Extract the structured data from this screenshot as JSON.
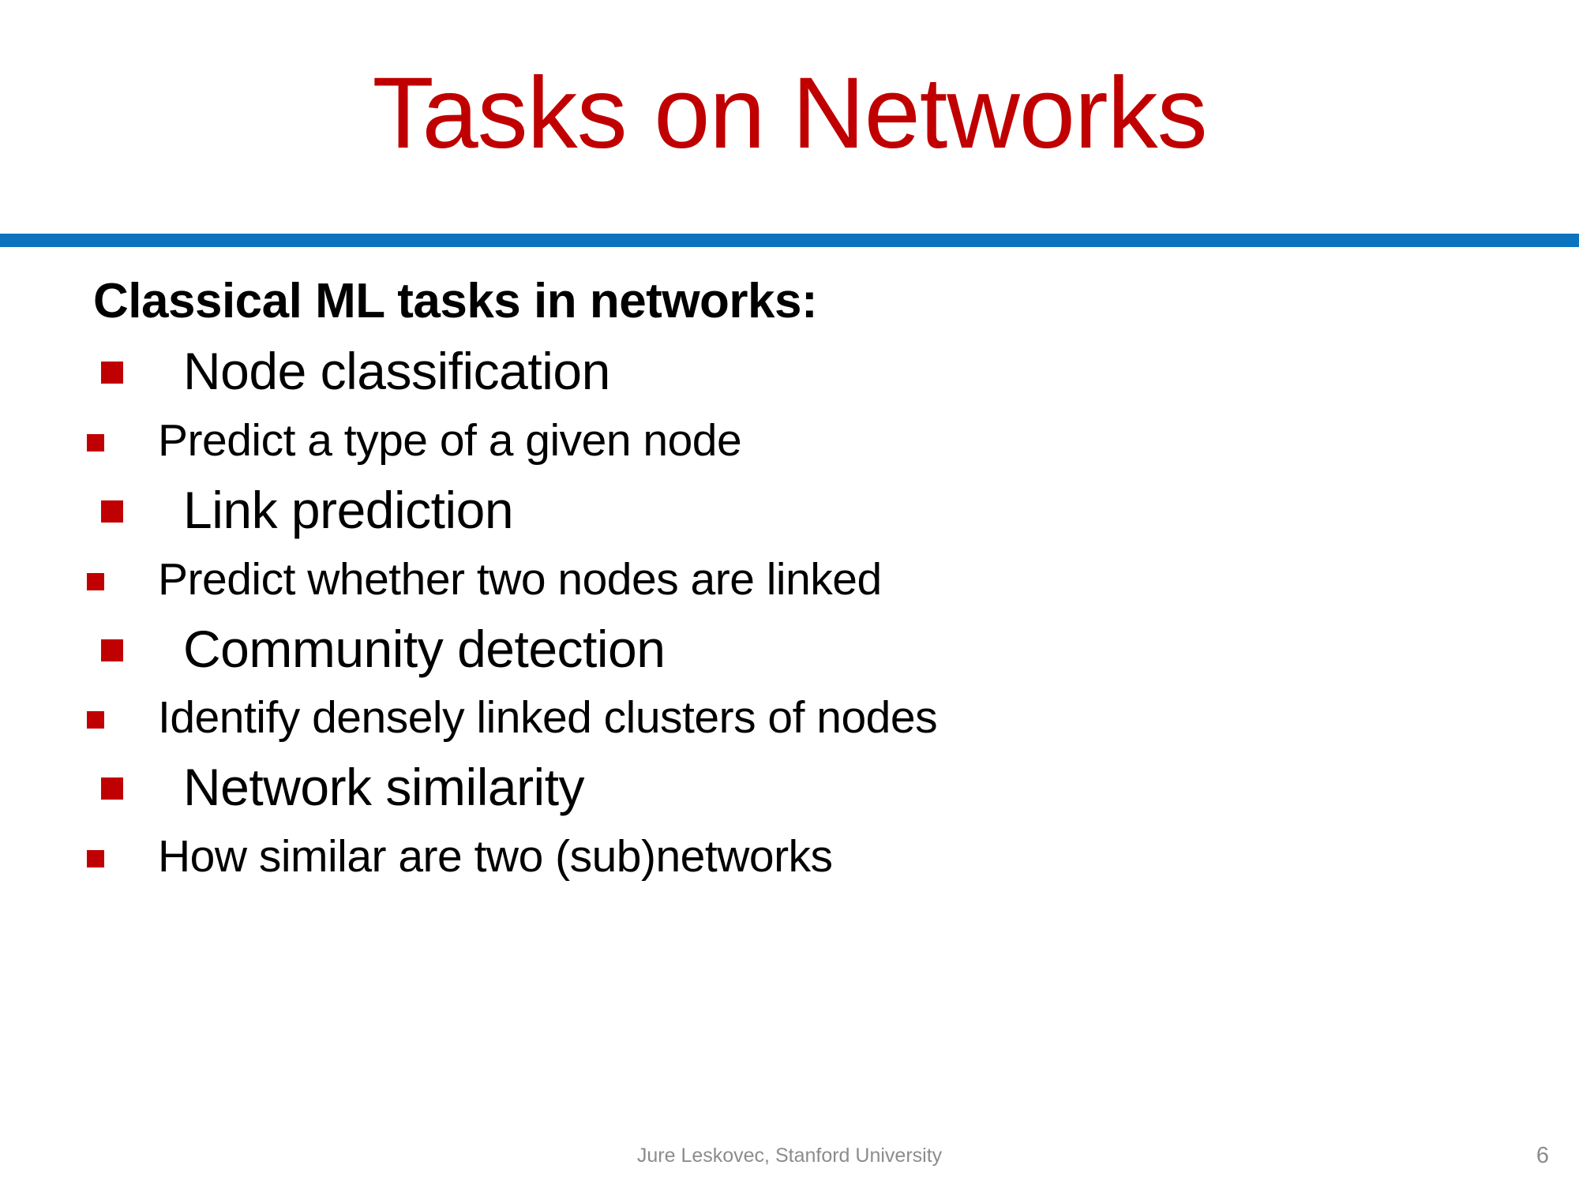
{
  "slide": {
    "title": "Tasks on Networks",
    "title_color": "#C00000",
    "divider_color": "#0C73BE",
    "bullet_color": "#C00000",
    "background": "#FFFFFF",
    "lead_in": "Classical ML tasks in networks:",
    "items": [
      {
        "label": "Node classification",
        "sub": [
          {
            "label": "Predict a type of a given node"
          }
        ]
      },
      {
        "label": "Link prediction",
        "sub": [
          {
            "label": "Predict whether two nodes are linked"
          }
        ]
      },
      {
        "label": "Community detection",
        "sub": [
          {
            "label": "Identify densely linked clusters of nodes"
          }
        ]
      },
      {
        "label": "Network similarity",
        "sub": [
          {
            "label": "How similar are two (sub)networks"
          }
        ]
      }
    ],
    "footer": {
      "credit": "Jure Leskovec, Stanford University",
      "page_number": "6",
      "text_color": "#8C8C8C"
    }
  }
}
